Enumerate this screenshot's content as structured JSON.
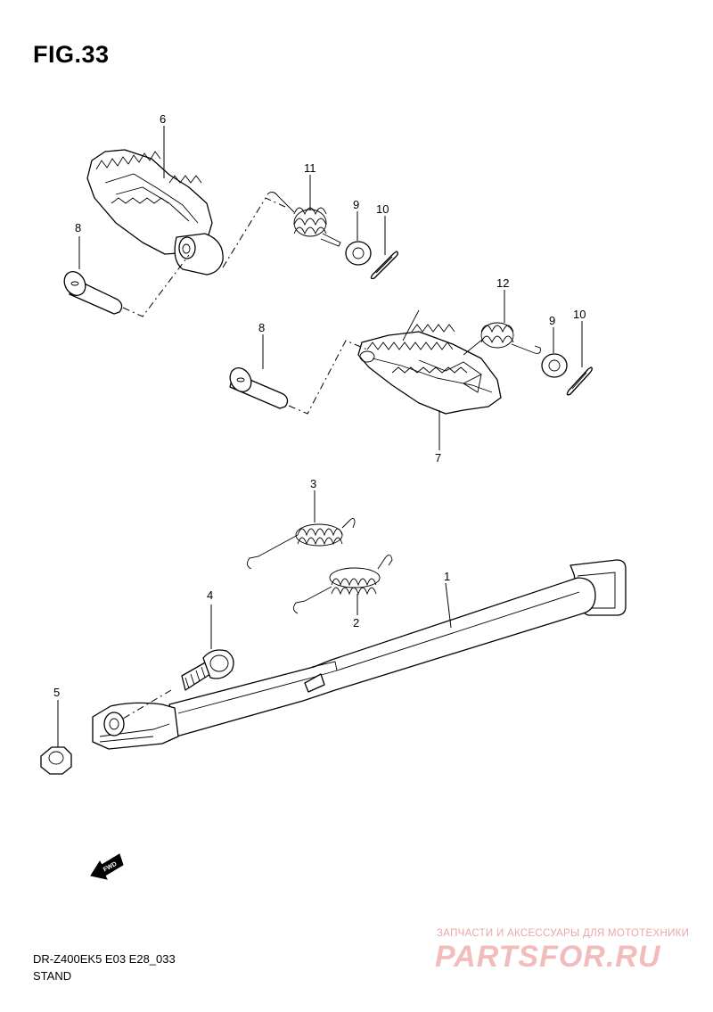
{
  "figure": {
    "title": "FIG.33"
  },
  "callouts": {
    "c1": "1",
    "c2": "2",
    "c3": "3",
    "c4": "4",
    "c5": "5",
    "c6": "6",
    "c7": "7",
    "c8a": "8",
    "c8b": "8",
    "c9a": "9",
    "c9b": "9",
    "c10a": "10",
    "c10b": "10",
    "c11": "11",
    "c12": "12"
  },
  "fwd_arrow": {
    "label": "FWD",
    "icon": "fwd-arrow-icon"
  },
  "footer": {
    "model_code": "DR-Z400EK5 E03 E28_033",
    "section_name": "STAND"
  },
  "watermark": {
    "tagline": "ЗАПЧАСТИ И АКСЕССУАРЫ ДЛЯ МОТОТЕХНИКИ",
    "logo": "PARTSFOR.RU",
    "color": "#e9a7a7"
  }
}
